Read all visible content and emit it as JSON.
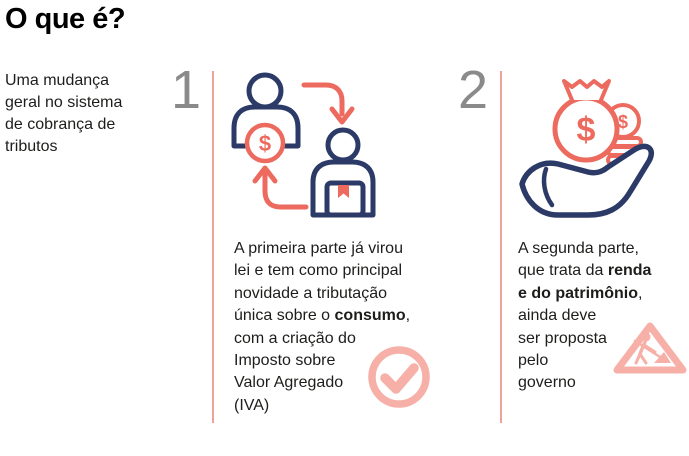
{
  "title": "O que é?",
  "colors": {
    "navy": "#2b3a67",
    "salmon": "#ed6a5e",
    "pale_salmon": "#f6b0a7",
    "divider_salmon": "#f2a198",
    "number_gray": "#8a8a8a",
    "text": "#1d1d1b"
  },
  "intro": {
    "lines": [
      "Uma mudança",
      "geral no sistema",
      "de cobrança de",
      "tributos"
    ]
  },
  "sections": [
    {
      "number": "1",
      "icon": "people-exchange-icon",
      "status_icon": "check-circle-icon",
      "lines": [
        [
          {
            "t": "A primeira parte já virou"
          }
        ],
        [
          {
            "t": "lei e tem como principal"
          }
        ],
        [
          {
            "t": "novidade a tributação"
          }
        ],
        [
          {
            "t": "única sobre o "
          },
          {
            "t": "consumo",
            "b": true
          },
          {
            "t": ","
          }
        ],
        [
          {
            "t": "com a criação do"
          }
        ],
        [
          {
            "t": "Imposto sobre"
          }
        ],
        [
          {
            "t": "Valor Agregado"
          }
        ],
        [
          {
            "t": "(IVA)"
          }
        ]
      ]
    },
    {
      "number": "2",
      "icon": "hand-money-icon",
      "status_icon": "under-construction-icon",
      "lines": [
        [
          {
            "t": "A segunda parte,"
          }
        ],
        [
          {
            "t": "que trata da "
          },
          {
            "t": "renda",
            "b": true
          }
        ],
        [
          {
            "t": "e do patrimônio",
            "b": true
          },
          {
            "t": ","
          }
        ],
        [
          {
            "t": "ainda deve"
          }
        ],
        [
          {
            "t": "ser proposta"
          }
        ],
        [
          {
            "t": "pelo"
          }
        ],
        [
          {
            "t": "governo"
          }
        ]
      ]
    }
  ],
  "icon_symbols": {
    "dollar_sign": "$"
  }
}
